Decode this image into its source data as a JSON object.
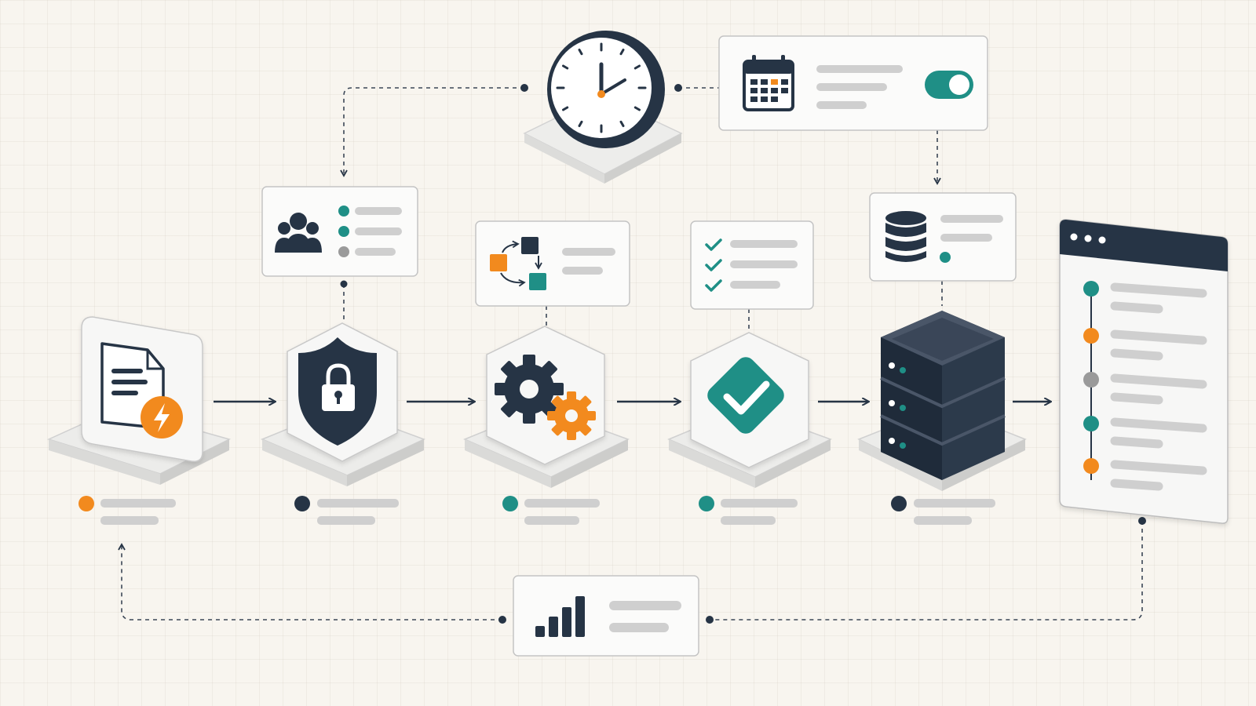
{
  "colors": {
    "background": "#f8f5ef",
    "dark": "#263445",
    "teal": "#1f8f86",
    "orange": "#f28a1e",
    "gray": "#9a9a9a",
    "placeholder_line": "#cfcfcf",
    "card_border": "#bdbdbd",
    "toggle_on": "#1f8f86"
  },
  "scheduler": {
    "icon": "clock-icon",
    "clock_time": "2:00",
    "panel_icon": "calendar-icon",
    "toggle_state": "on"
  },
  "pipeline": {
    "stages": [
      {
        "id": "trigger",
        "icon": "document-lightning-icon",
        "status_color": "orange",
        "card_lines": 0
      },
      {
        "id": "security",
        "icon": "shield-lock-icon",
        "status_color": "dark",
        "card_icon": "users-icon",
        "card_dot_colors": [
          "teal",
          "teal",
          "gray"
        ]
      },
      {
        "id": "processing",
        "icon": "gears-icon",
        "status_color": "teal",
        "card_icon": "workflow-icon"
      },
      {
        "id": "validation",
        "icon": "checkmark-diamond-icon",
        "status_color": "teal",
        "card_icon": "checklist-icon",
        "card_checks": 3
      },
      {
        "id": "storage",
        "icon": "server-stack-icon",
        "status_color": "dark",
        "card_icon": "database-icon",
        "card_dot_colors": [
          "teal"
        ]
      }
    ],
    "output_window": {
      "icon": "browser-window-icon",
      "timeline_colors": [
        "teal",
        "orange",
        "gray",
        "teal",
        "orange"
      ]
    }
  },
  "monitoring": {
    "icon": "bar-chart-icon",
    "bar_levels": [
      0.3,
      0.5,
      0.75,
      1.0
    ]
  }
}
